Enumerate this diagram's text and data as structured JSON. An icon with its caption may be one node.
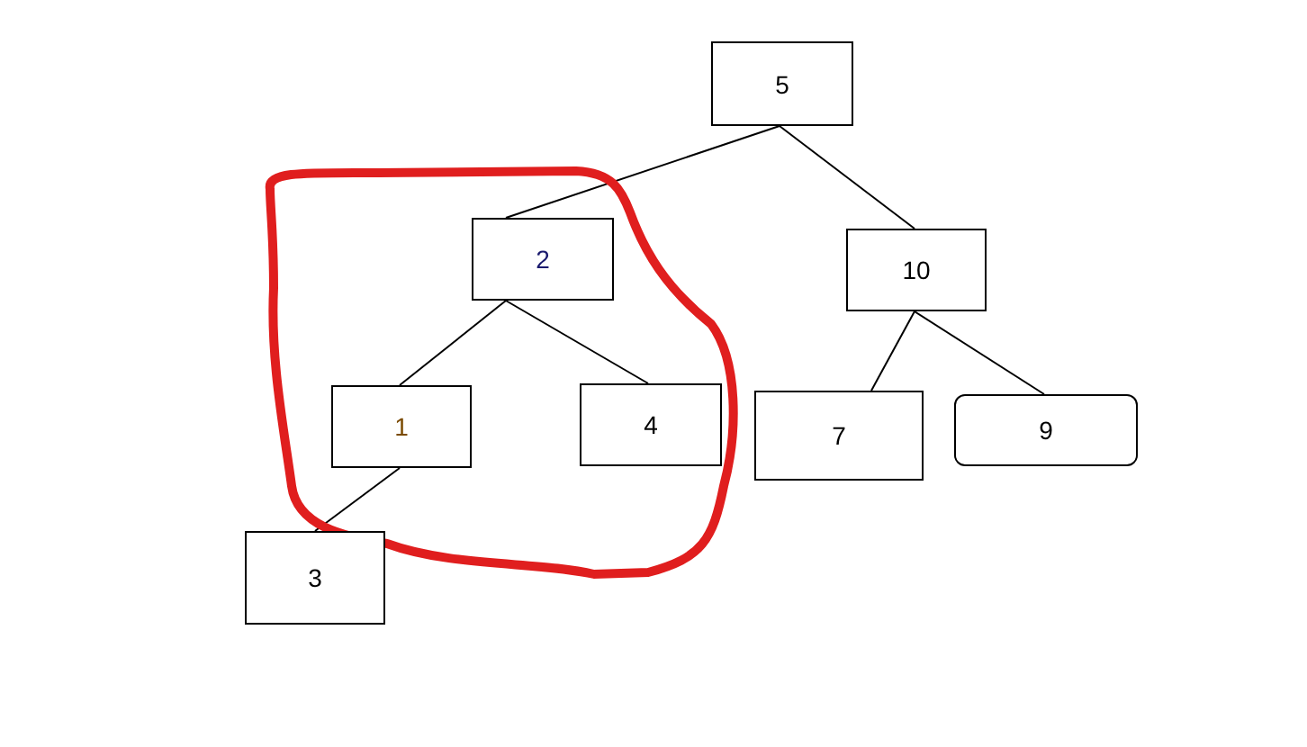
{
  "diagram": {
    "nodes": [
      {
        "text": [
          "5"
        ]
      },
      {
        "text": [
          "2"
        ]
      },
      {
        "text": [
          "10"
        ]
      },
      {
        "text": [
          "1"
        ]
      },
      {
        "text": [
          "4"
        ]
      },
      {
        "text": [
          "7"
        ]
      },
      {
        "text": [
          "9"
        ]
      },
      {
        "text": [
          "3"
        ]
      }
    ],
    "edges": [
      {
        "from": 0,
        "to": 1,
        "arrow": "none"
      },
      {
        "from": 0,
        "to": 2,
        "arrow": "none"
      },
      {
        "from": 1,
        "to": 3,
        "arrow": "none"
      },
      {
        "from": 1,
        "to": 4,
        "arrow": "none"
      },
      {
        "from": 2,
        "to": 5,
        "arrow": "none"
      },
      {
        "from": 2,
        "to": 6,
        "arrow": "none"
      },
      {
        "from": 3,
        "to": 7,
        "arrow": "none"
      }
    ]
  }
}
